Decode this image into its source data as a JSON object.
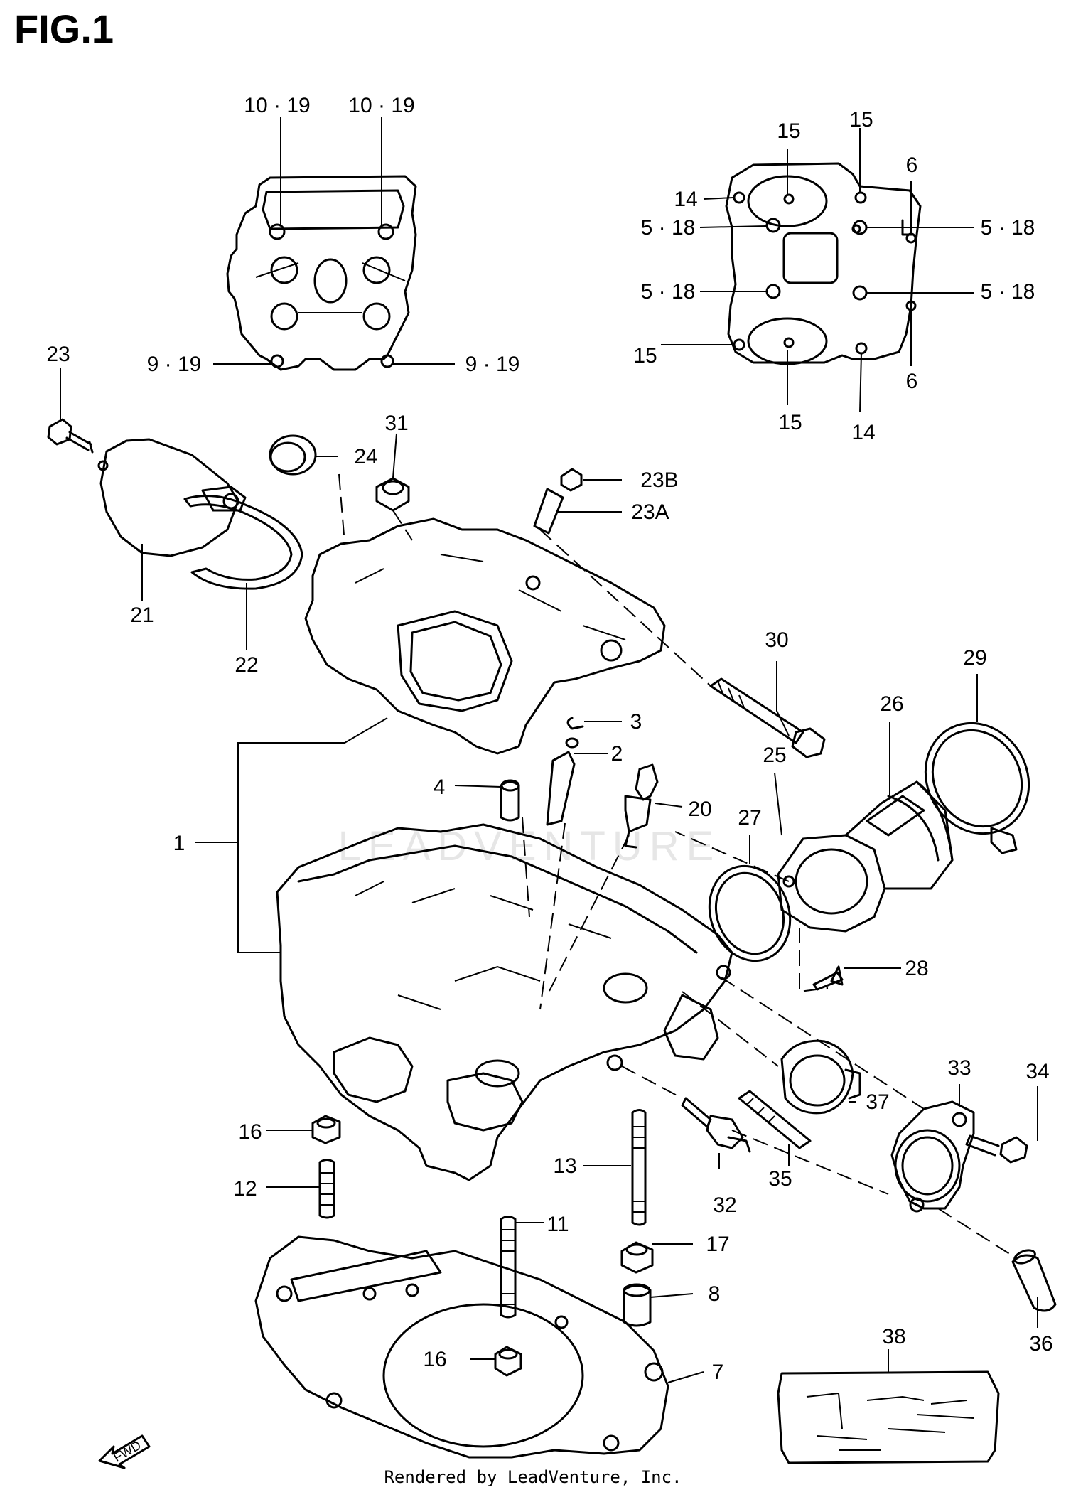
{
  "title": "FIG.1",
  "footer": "Rendered by LeadVenture, Inc.",
  "watermark": "LEADVENTURE",
  "callouts": [
    {
      "id": "c-10-19-a",
      "text": "10 · 19"
    },
    {
      "id": "c-10-19-b",
      "text": "10 · 19"
    },
    {
      "id": "c-9-19-a",
      "text": "9 · 19"
    },
    {
      "id": "c-9-19-b",
      "text": "9 · 19"
    },
    {
      "id": "c-15-a",
      "text": "15"
    },
    {
      "id": "c-15-b",
      "text": "15"
    },
    {
      "id": "c-15-c",
      "text": "15"
    },
    {
      "id": "c-15-d",
      "text": "15"
    },
    {
      "id": "c-14-a",
      "text": "14"
    },
    {
      "id": "c-14-b",
      "text": "14"
    },
    {
      "id": "c-6-a",
      "text": "6"
    },
    {
      "id": "c-6-b",
      "text": "6"
    },
    {
      "id": "c-5-18-a",
      "text": "5 · 18"
    },
    {
      "id": "c-5-18-b",
      "text": "5 · 18"
    },
    {
      "id": "c-5-18-c",
      "text": "5 · 18"
    },
    {
      "id": "c-5-18-d",
      "text": "5 · 18"
    },
    {
      "id": "c-23",
      "text": "23"
    },
    {
      "id": "c-31",
      "text": "31"
    },
    {
      "id": "c-24",
      "text": "24"
    },
    {
      "id": "c-23B",
      "text": "23B"
    },
    {
      "id": "c-23A",
      "text": "23A"
    },
    {
      "id": "c-21",
      "text": "21"
    },
    {
      "id": "c-22",
      "text": "22"
    },
    {
      "id": "c-30",
      "text": "30"
    },
    {
      "id": "c-29",
      "text": "29"
    },
    {
      "id": "c-26",
      "text": "26"
    },
    {
      "id": "c-3",
      "text": "3"
    },
    {
      "id": "c-2",
      "text": "2"
    },
    {
      "id": "c-4",
      "text": "4"
    },
    {
      "id": "c-20",
      "text": "20"
    },
    {
      "id": "c-25",
      "text": "25"
    },
    {
      "id": "c-27",
      "text": "27"
    },
    {
      "id": "c-1",
      "text": "1"
    },
    {
      "id": "c-28",
      "text": "28"
    },
    {
      "id": "c-33",
      "text": "33"
    },
    {
      "id": "c-34",
      "text": "34"
    },
    {
      "id": "c-16-a",
      "text": "16"
    },
    {
      "id": "c-37",
      "text": "37"
    },
    {
      "id": "c-12",
      "text": "12"
    },
    {
      "id": "c-13",
      "text": "13"
    },
    {
      "id": "c-35",
      "text": "35"
    },
    {
      "id": "c-32",
      "text": "32"
    },
    {
      "id": "c-11",
      "text": "11"
    },
    {
      "id": "c-17",
      "text": "17"
    },
    {
      "id": "c-8",
      "text": "8"
    },
    {
      "id": "c-36",
      "text": "36"
    },
    {
      "id": "c-38",
      "text": "38"
    },
    {
      "id": "c-16-b",
      "text": "16"
    },
    {
      "id": "c-7",
      "text": "7"
    },
    {
      "id": "c-fwd",
      "text": "FWD"
    }
  ]
}
